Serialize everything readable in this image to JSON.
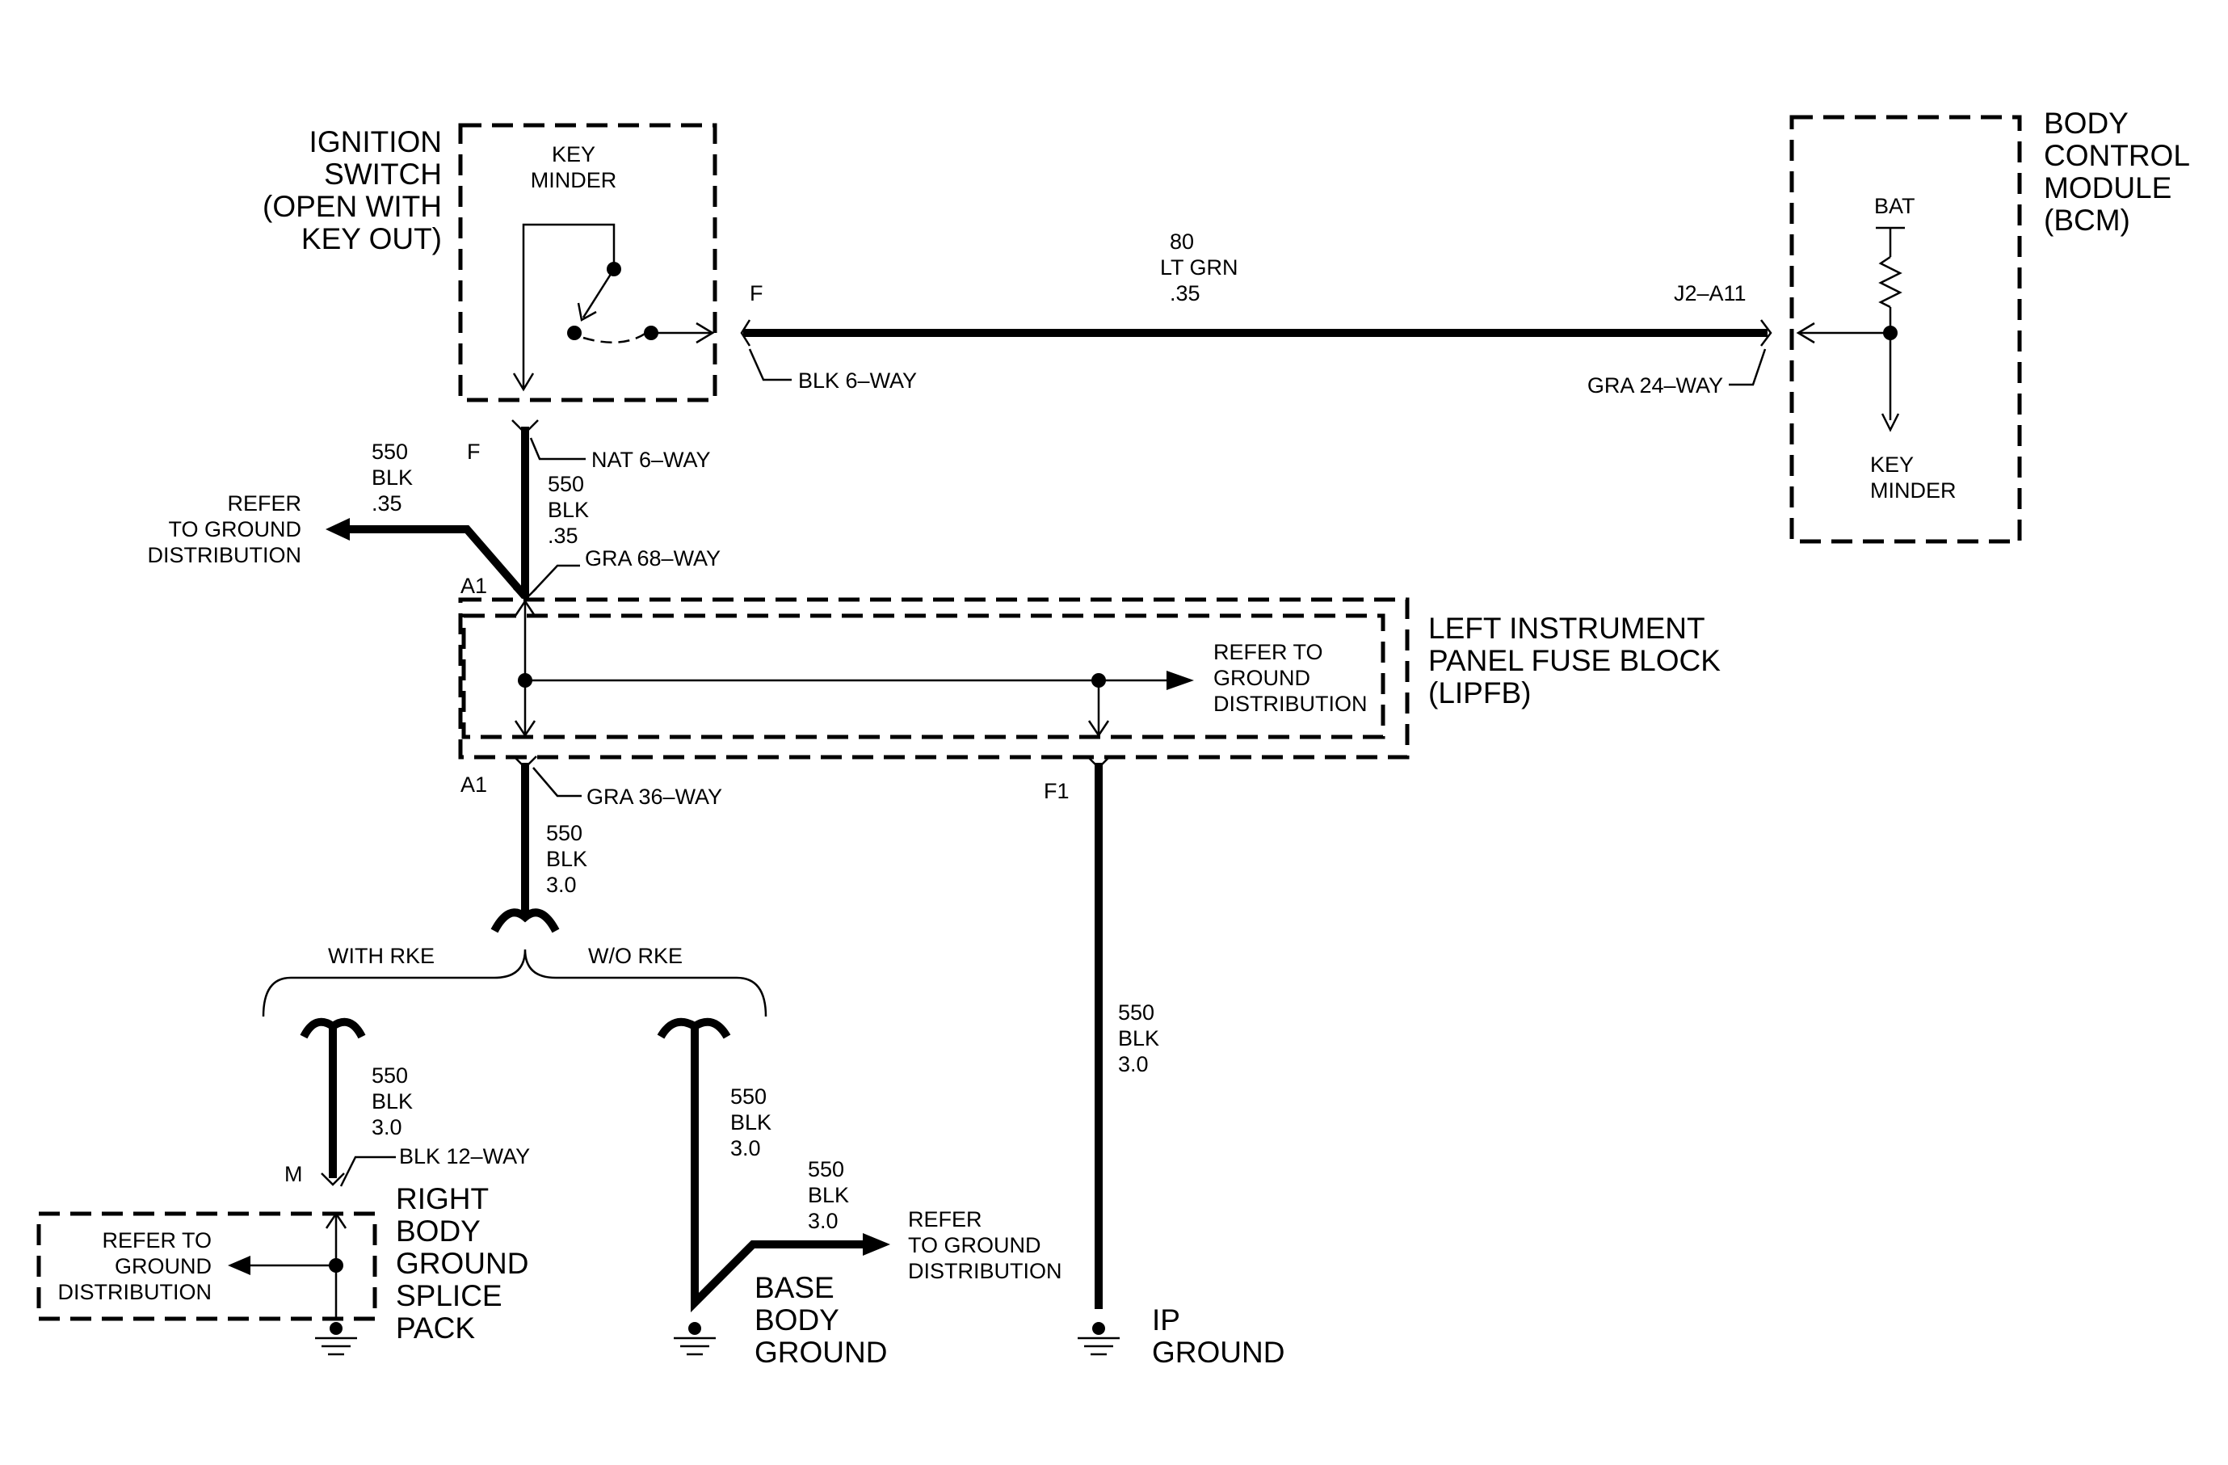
{
  "components": {
    "ignition_switch": [
      "IGNITION",
      "SWITCH",
      "(OPEN WITH",
      "KEY OUT)"
    ],
    "key_minder_switch": [
      "KEY",
      "MINDER"
    ],
    "bcm": [
      "BODY",
      "CONTROL",
      "MODULE",
      "(BCM)"
    ],
    "bcm_bat": "BAT",
    "bcm_key_minder": [
      "KEY",
      "MINDER"
    ],
    "lipfb": [
      "LEFT INSTRUMENT",
      "PANEL FUSE BLOCK",
      "(LIPFB)"
    ],
    "right_body_splice": [
      "RIGHT",
      "BODY",
      "GROUND",
      "SPLICE",
      "PACK"
    ],
    "base_body_ground": [
      "BASE",
      "BODY",
      "GROUND"
    ],
    "ip_ground": [
      "IP",
      "GROUND"
    ]
  },
  "wires": {
    "w80": [
      "80",
      "LT GRN",
      ".35"
    ],
    "w550_035": [
      "550",
      "BLK",
      ".35"
    ],
    "w550_30": [
      "550",
      "BLK",
      "3.0"
    ]
  },
  "connectors": {
    "pin_f": "F",
    "pin_a1": "A1",
    "pin_f1": "F1",
    "pin_m": "M",
    "pin_j2_a11": "J2–A11",
    "blk_6way": "BLK 6–WAY",
    "gra_24way": "GRA 24–WAY",
    "nat_6way": "NAT 6–WAY",
    "gra_68way": "GRA 68–WAY",
    "gra_36way": "GRA 36–WAY",
    "blk_12way": "BLK 12–WAY"
  },
  "refs": {
    "refer_ground_dist_left": [
      "REFER",
      "TO GROUND",
      "DISTRIBUTION"
    ],
    "refer_to_ground_dist": [
      "REFER TO",
      "GROUND",
      "DISTRIBUTION"
    ]
  },
  "options": {
    "with_rke": "WITH RKE",
    "wo_rke": "W/O RKE"
  }
}
